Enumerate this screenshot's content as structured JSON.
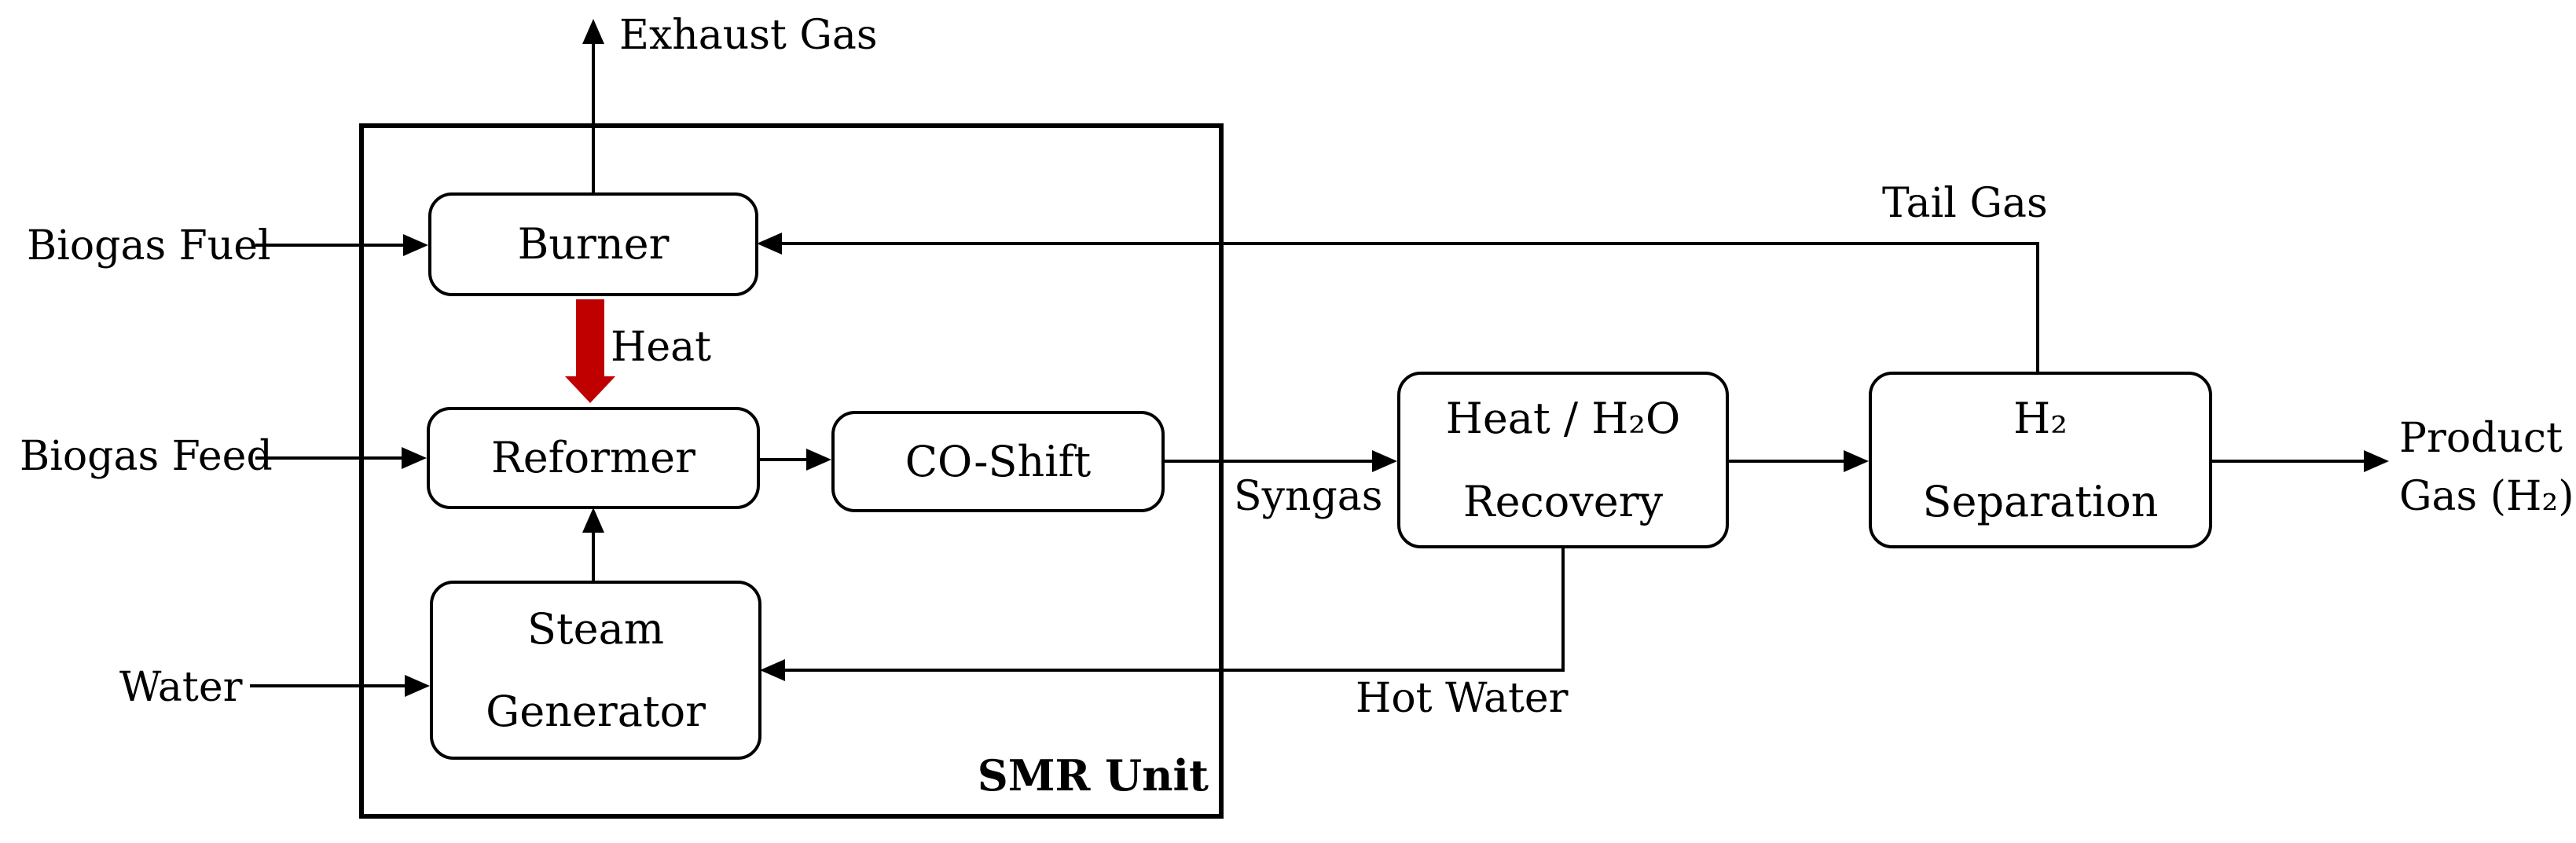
{
  "diagram": {
    "container_label": "SMR Unit",
    "colors": {
      "line": "#000000",
      "heat_arrow": "#c00000",
      "background": "#ffffff",
      "box_fill": "#ffffff"
    },
    "boxes": {
      "burner": {
        "label": "Burner"
      },
      "reformer": {
        "label": "Reformer"
      },
      "co_shift": {
        "label": "CO-Shift"
      },
      "steam_generator": {
        "label_line1": "Steam",
        "label_line2": "Generator"
      },
      "heat_h2o_recovery": {
        "label_line1": "Heat / H₂O",
        "label_line2": "Recovery"
      },
      "h2_separation": {
        "label_line1": "H₂",
        "label_line2": "Separation"
      }
    },
    "streams": {
      "exhaust_gas": "Exhaust Gas",
      "biogas_fuel": "Biogas Fuel",
      "biogas_feed": "Biogas Feed",
      "water": "Water",
      "heat": "Heat",
      "syngas": "Syngas",
      "hot_water": "Hot Water",
      "tail_gas": "Tail Gas",
      "product_gas_line1": "Product",
      "product_gas_line2": "Gas (H₂)"
    }
  }
}
